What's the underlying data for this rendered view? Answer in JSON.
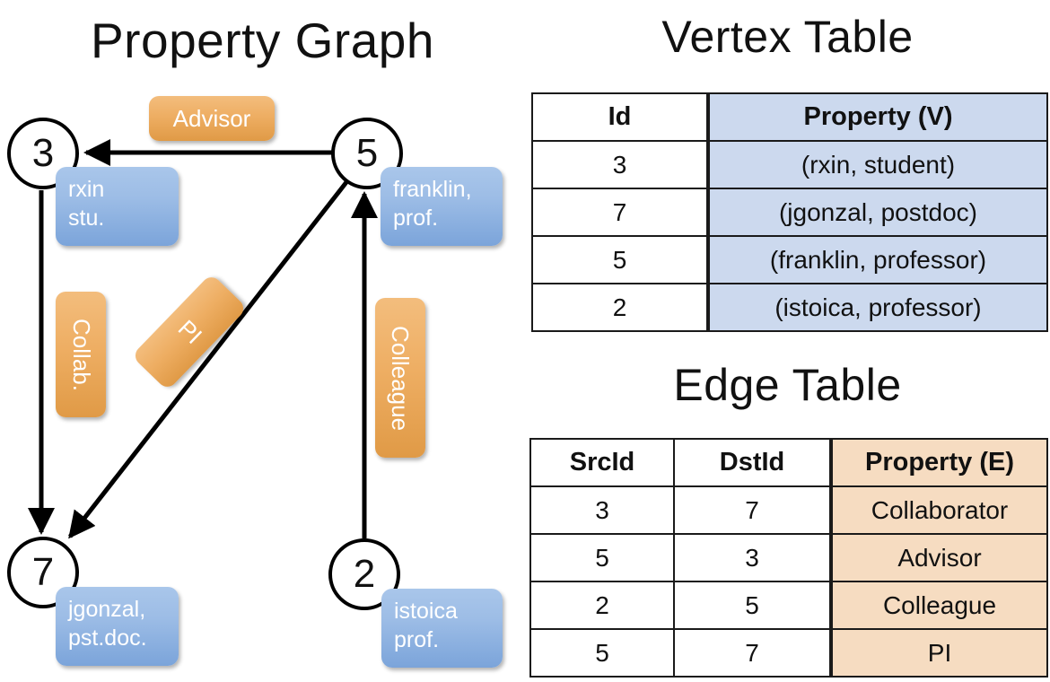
{
  "titles": {
    "property_graph": "Property Graph",
    "vertex_table": "Vertex Table",
    "edge_table": "Edge Table"
  },
  "graph": {
    "nodes": [
      {
        "id": "3",
        "property": "rxin\nstu."
      },
      {
        "id": "5",
        "property": "franklin,\nprof."
      },
      {
        "id": "7",
        "property": "jgonzal,\npst.doc."
      },
      {
        "id": "2",
        "property": "istoica\nprof."
      }
    ],
    "node_labels": {
      "n3": "3",
      "n5": "5",
      "n7": "7",
      "n2": "2"
    },
    "property_boxes": {
      "rxin_line1": "rxin",
      "rxin_line2": "stu.",
      "franklin_line1": "franklin,",
      "franklin_line2": "prof.",
      "jgonzal_line1": "jgonzal,",
      "jgonzal_line2": "pst.doc.",
      "istoica_line1": "istoica",
      "istoica_line2": "prof."
    },
    "edge_labels": {
      "advisor": "Advisor",
      "collab": "Collab.",
      "pi": "PI",
      "colleague": "Colleague"
    }
  },
  "vertex_table": {
    "headers": [
      "Id",
      "Property (V)"
    ],
    "rows": [
      {
        "id": "3",
        "property": "(rxin, student)"
      },
      {
        "id": "7",
        "property": "(jgonzal, postdoc)"
      },
      {
        "id": "5",
        "property": "(franklin, professor)"
      },
      {
        "id": "2",
        "property": "(istoica, professor)"
      }
    ]
  },
  "edge_table": {
    "headers": [
      "SrcId",
      "DstId",
      "Property (E)"
    ],
    "rows": [
      {
        "src": "3",
        "dst": "7",
        "property": "Collaborator"
      },
      {
        "src": "5",
        "dst": "3",
        "property": "Advisor"
      },
      {
        "src": "2",
        "dst": "5",
        "property": "Colleague"
      },
      {
        "src": "5",
        "dst": "7",
        "property": "PI"
      }
    ]
  },
  "colors": {
    "vertex_property_bg": "#ccd9ee",
    "edge_property_bg": "#f6dcc1",
    "node_property_box": "#9dbde6",
    "edge_label_box": "#eeae63",
    "stroke": "#000000"
  }
}
